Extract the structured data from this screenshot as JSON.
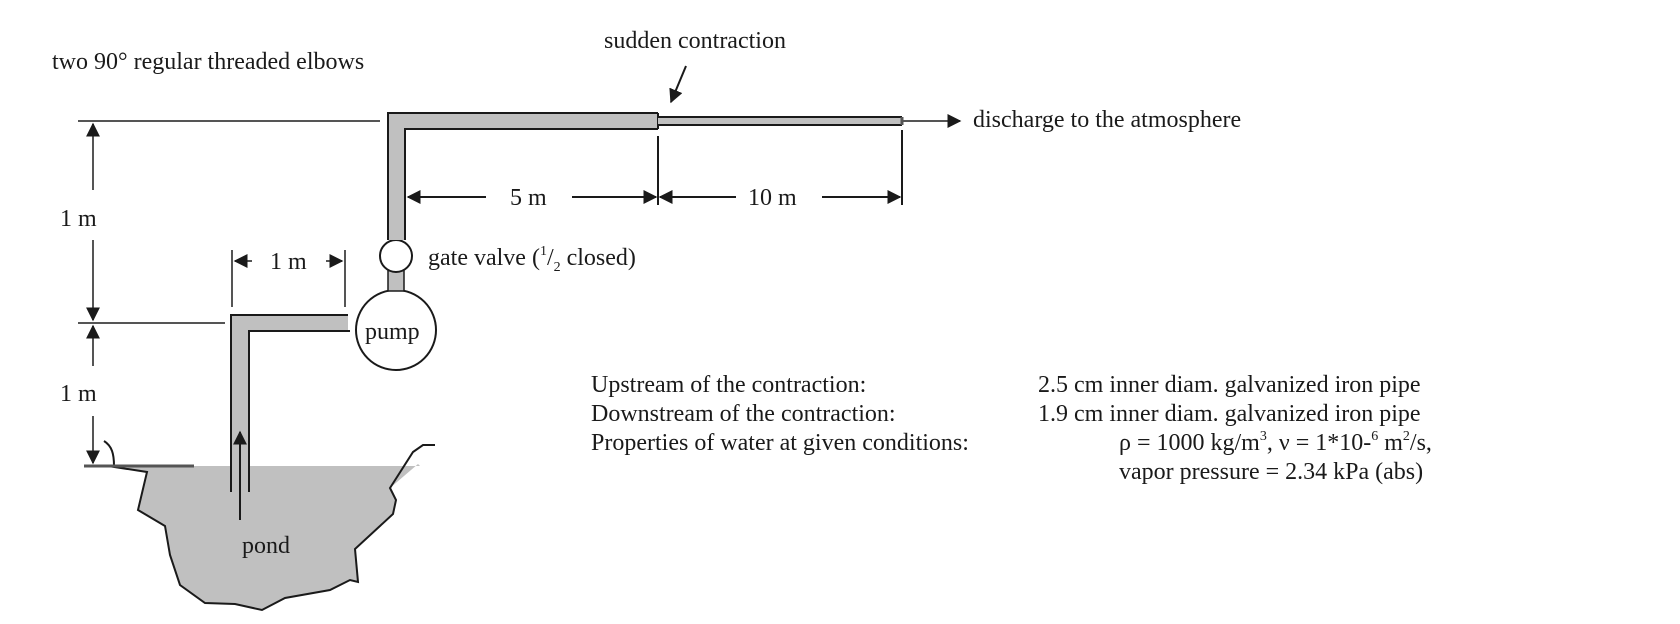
{
  "labels": {
    "elbows": "two 90° regular threaded elbows",
    "contraction": "sudden contraction",
    "discharge": "discharge to the atmosphere",
    "dim_vertical_upper": "1 m",
    "dim_vertical_lower": "1 m",
    "dim_horizontal_suction": "1 m",
    "dim_upstream_length": "5 m",
    "dim_downstream_length": "10 m",
    "gate_valve_prefix": "gate valve (",
    "gate_valve_num": "1",
    "gate_valve_den": "/",
    "gate_valve_sub": "2",
    "gate_valve_suffix": " closed)",
    "pump": "pump",
    "pond": "pond"
  },
  "properties": {
    "upstream": {
      "key": "Upstream of the contraction:",
      "value": "2.5 cm inner diam. galvanized iron pipe"
    },
    "downstream": {
      "key": "Downstream of the contraction:",
      "value": "1.9 cm inner diam. galvanized iron pipe"
    },
    "water": {
      "key": "Properties of water at given conditions:",
      "rho": "ρ = 1000 kg/m",
      "rho_exp": "3",
      "nu": ", ν = 1*10-",
      "nu_exp": "6",
      "nu_unit": " m",
      "nu_unit_exp": "2",
      "nu_tail": "/s,",
      "vapor": "vapor pressure = 2.34 kPa (abs)"
    }
  },
  "colors": {
    "pipe_fill": "#c0c0c0",
    "water_fill": "#c0c0c0",
    "line": "#1a1a1a"
  }
}
